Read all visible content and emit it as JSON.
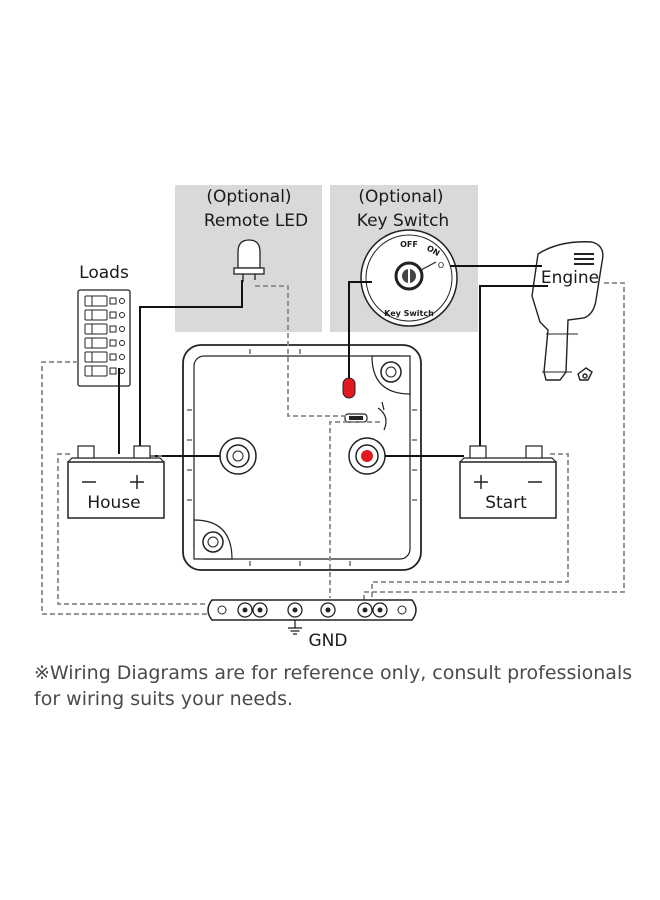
{
  "labels": {
    "remote_led_optional": "(Optional)",
    "remote_led": "Remote LED",
    "key_switch_optional": "(Optional)",
    "key_switch": "Key Switch",
    "loads": "Loads",
    "engine": "Engine",
    "house": "House",
    "start": "Start",
    "gnd": "GND",
    "key_off": "OFF",
    "key_on": "ON",
    "key_o": "O",
    "key_switch_face": "Key Switch",
    "plus": "+",
    "minus": "−"
  },
  "note": {
    "line1": "※Wiring Diagrams are for reference only, consult professionals",
    "line2": "for wiring suits your needs."
  },
  "colors": {
    "optional_panel": "#d9d9d9",
    "wire_solid": "#111111",
    "wire_dashed": "#8a8a8a",
    "positive_terminal": "#e0191f",
    "indicator_led": "#e0191f"
  }
}
